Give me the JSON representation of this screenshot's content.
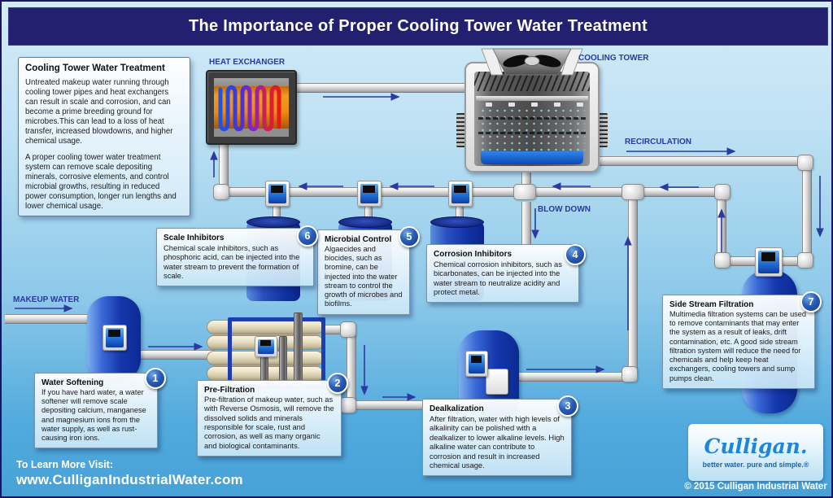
{
  "title": "The Importance of Proper Cooling Tower Water Treatment",
  "intro": {
    "title": "Cooling Tower Water Treatment",
    "p1": "Untreated makeup water running through cooling tower pipes and heat exchangers can result in scale and corrosion, and can become a prime breeding ground for microbes.This can lead to a loss of heat transfer, increased blowdowns, and higher chemical usage.",
    "p2": "A proper cooling tower water treatment system can remove scale depositing minerals, corrosive elements, and control microbial growths, resulting in reduced power consumption, longer run lengths and lower chemical usage."
  },
  "labels": {
    "heat_exchanger": "HEAT EXCHANGER",
    "cooling_tower": "COOLING TOWER",
    "recirculation": "RECIRCULATION",
    "blow_down": "BLOW DOWN",
    "makeup_water": "MAKEUP WATER"
  },
  "callouts": [
    {
      "num": "1",
      "title": "Water Softening",
      "body": "If you have hard water, a water softener will remove scale depositing calcium, manganese and magnesium ions from the water supply, as well as rust-causing iron ions."
    },
    {
      "num": "2",
      "title": "Pre-Filtration",
      "body": "Pre-filtration of makeup water, such as with Reverse Osmosis, will remove the dissolved solids and minerals responsible for scale, rust and corrosion, as well as many organic and biological contaminants."
    },
    {
      "num": "3",
      "title": "Dealkalization",
      "body": "After filtration, water with high levels of alkalinity can be polished with a dealkalizer to lower alkaline levels. High alkaline water can contribute to corrosion and result in increased chemical usage."
    },
    {
      "num": "4",
      "title": "Corrosion Inhibitors",
      "body": "Chemical corrosion inhibitors, such as bicarbonates, can be injected into the water stream to neutralize acidity and protect metal."
    },
    {
      "num": "5",
      "title": "Microbial Control",
      "body": "Algaecides and biocides, such as bromine, can be injected into the water stream to control the growth of microbes and biofilms."
    },
    {
      "num": "6",
      "title": "Scale Inhibitors",
      "body": "Chemical scale inhibitors, such as phosphoric acid, can be injected into the water stream to prevent the formation of scale."
    },
    {
      "num": "7",
      "title": "Side Stream Filtration",
      "body": "Multimedia filtration systems can be used to remove contaminants that may enter the system as a result of leaks, drift contamination, etc. A good side stream filtration system will reduce the need for chemicals and help keep heat exchangers, cooling towers and sump pumps clean."
    }
  ],
  "footer": {
    "learn_more": "To Learn More Visit:",
    "website": "www.CulliganIndustrialWater.com",
    "logo_text": "Culligan.",
    "tagline": "better water. pure and simple.®",
    "copyright": "© 2015 Culligan Industrial Water"
  },
  "colors": {
    "title_bar": "#23206f",
    "background_top": "#d3ebf8",
    "background_bottom": "#47a2d8",
    "label_navy": "#2b3a9e",
    "badge_blue": "#123a8c",
    "tank_blue": "#1132a4",
    "pipe_gray": "#c9c9c9",
    "culligan_blue": "#1e86d8"
  }
}
